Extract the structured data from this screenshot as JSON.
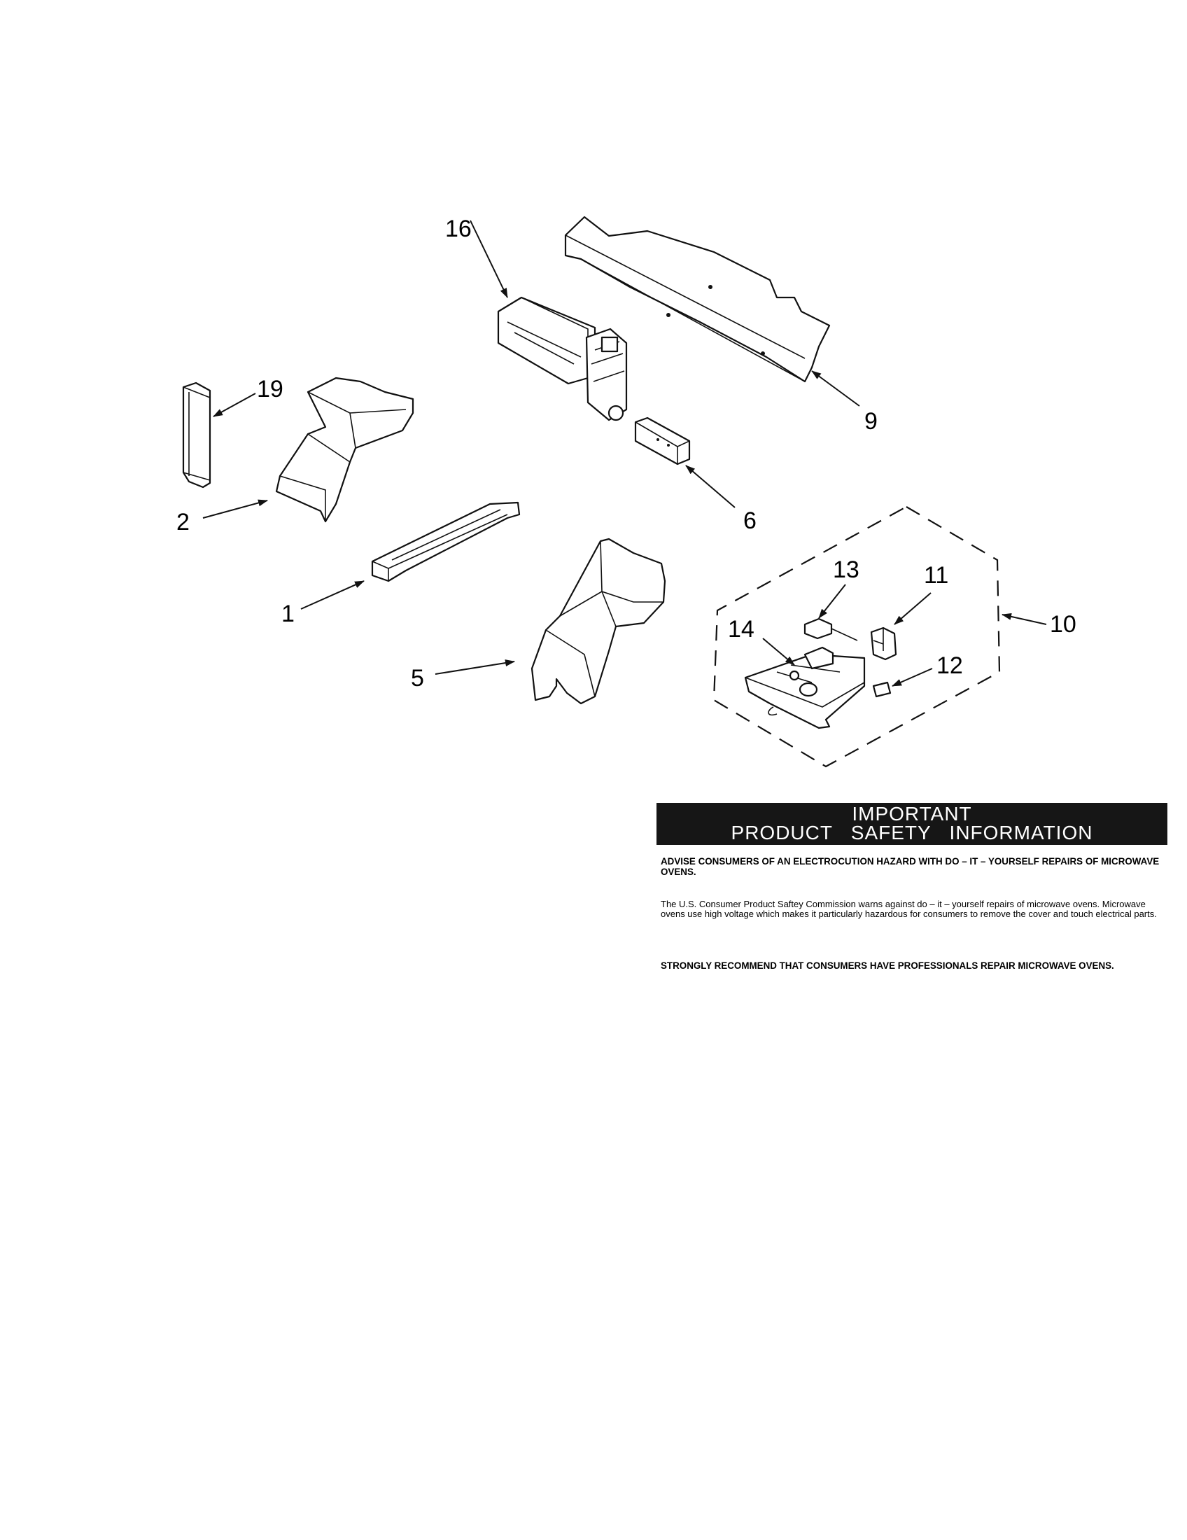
{
  "callouts": {
    "c16": "16",
    "c9": "9",
    "c19": "19",
    "c2": "2",
    "c6": "6",
    "c1": "1",
    "c5": "5",
    "c13": "13",
    "c11": "11",
    "c10": "10",
    "c14": "14",
    "c12": "12"
  },
  "safety": {
    "title_line1": "IMPORTANT",
    "title_line2": "PRODUCT   SAFETY   INFORMATION",
    "warning": "ADVISE CONSUMERS OF AN ELECTROCUTION HAZARD WITH DO – IT – YOURSELF REPAIRS OF MICROWAVE OVENS.",
    "body": "The U.S. Consumer Product Saftey Commission warns against do – it – yourself repairs of microwave ovens. Microwave ovens use high voltage which makes it particularly hazardous for consumers to remove the cover and touch electrical parts.",
    "recommendation": "STRONGLY RECOMMEND THAT CONSUMERS HAVE PROFESSIONALS REPAIR MICROWAVE OVENS."
  }
}
